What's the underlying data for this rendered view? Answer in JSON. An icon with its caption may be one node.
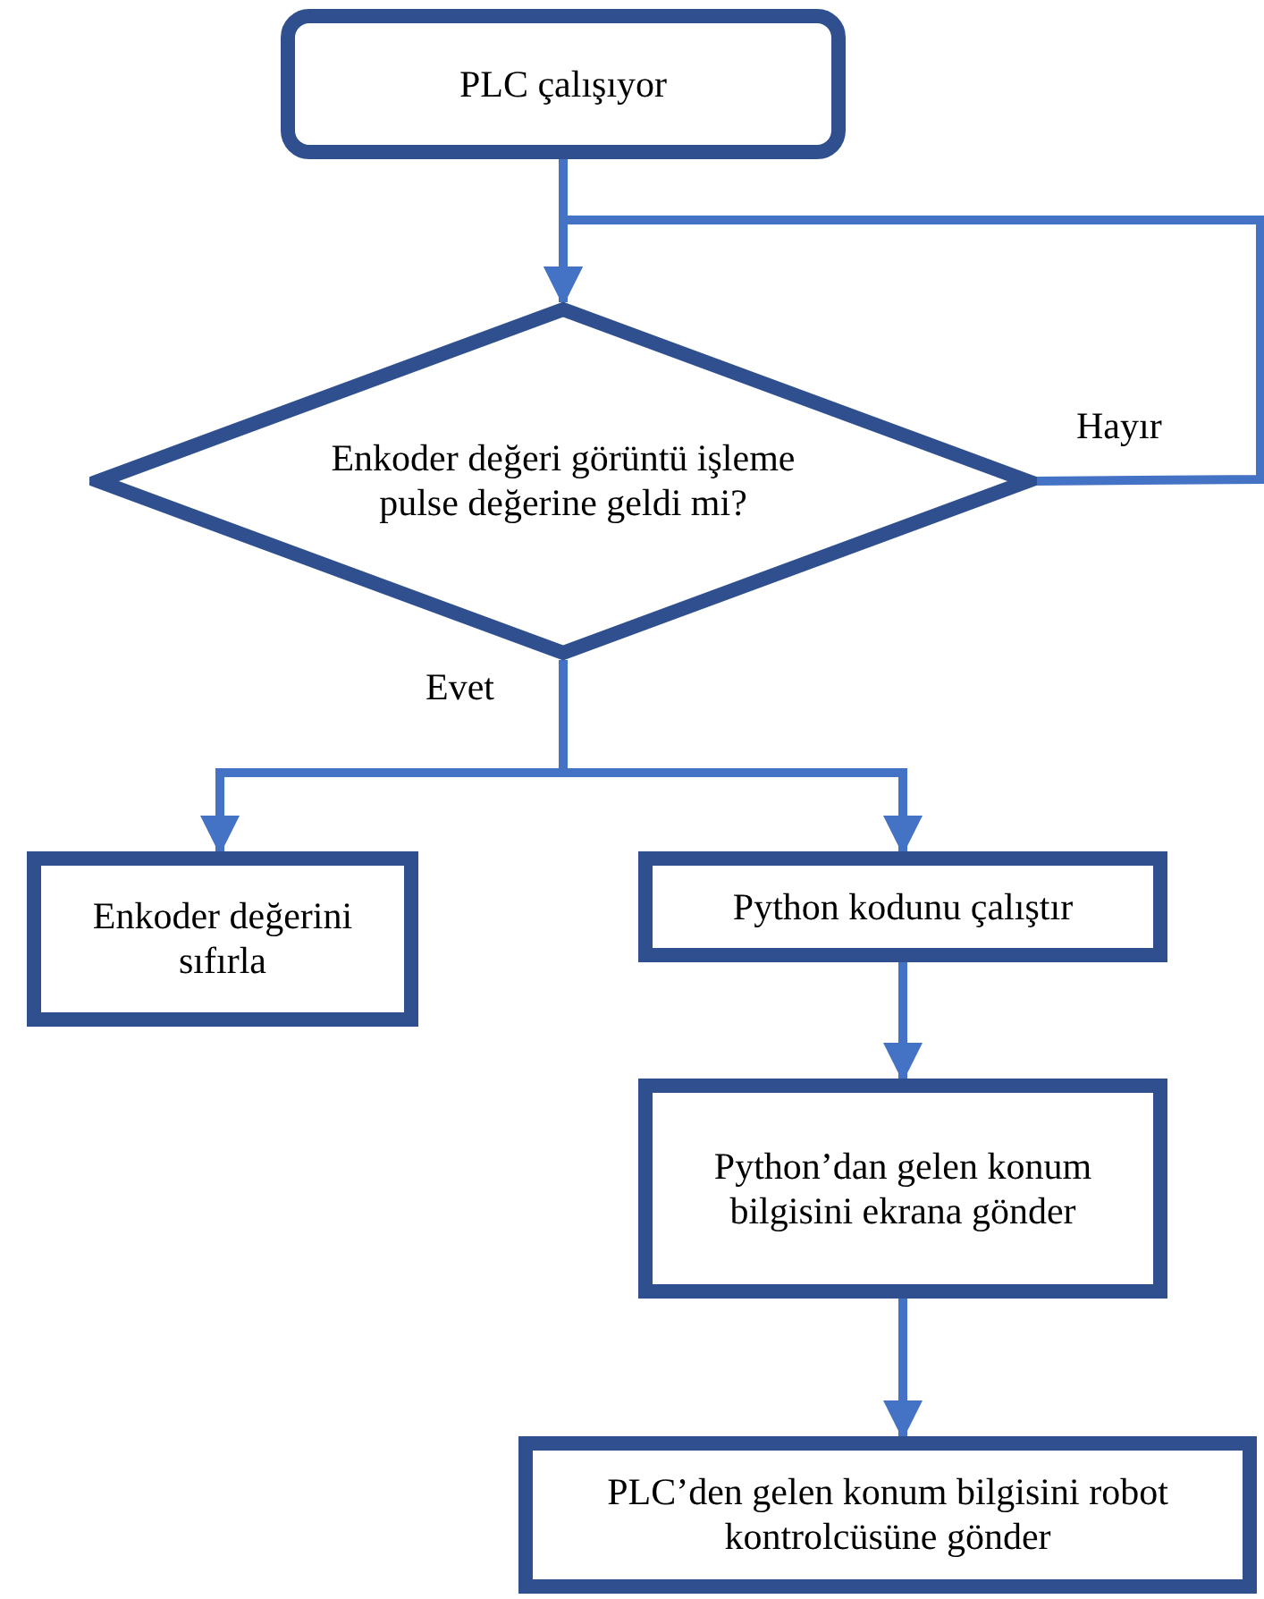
{
  "diagram": {
    "nodes": [
      {
        "text": [
          "PLC çalışıyor"
        ]
      },
      {
        "text": [
          "Enkoder değeri görüntü işleme pulse değerine geldi mi?"
        ]
      },
      {
        "text": [
          "Enkoder değerini sıfırla"
        ]
      },
      {
        "text": [
          "Python kodunu çalıştır"
        ]
      },
      {
        "text": [
          "Python’dan gelen konum bilgisini ekrana gönder"
        ]
      },
      {
        "text": [
          "PLC’den gelen konum bilgisini robot kontrolcüsüne gönder"
        ]
      }
    ],
    "edges": [
      {
        "from": 0,
        "to": 1,
        "arrow": "to"
      },
      {
        "from": 1,
        "to": 1,
        "arrow": "to",
        "label": "Hayır"
      },
      {
        "from": 1,
        "to": 2,
        "arrow": "to",
        "label": "Evet"
      },
      {
        "from": 1,
        "to": 3,
        "arrow": "to"
      },
      {
        "from": 3,
        "to": 4,
        "arrow": "to"
      },
      {
        "from": 4,
        "to": 5,
        "arrow": "to"
      }
    ]
  }
}
